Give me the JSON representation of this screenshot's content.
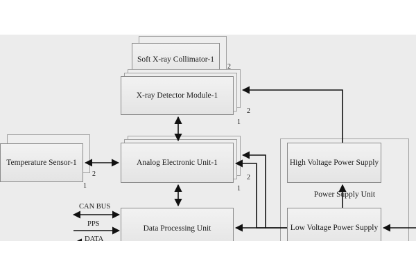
{
  "blocks": {
    "collimator": "Soft X-ray Collimator-1",
    "detector": "X-ray Detector Module-1",
    "temperature": "Temperature Sensor-1",
    "analog": "Analog Electronic Unit-1",
    "hv": "High Voltage Power Supply",
    "psu": "Power Supply Unit",
    "dpu": "Data Processing Unit",
    "lv": "Low Voltage Power Supply"
  },
  "numbers": {
    "two": "2",
    "one": "1"
  },
  "signals": {
    "can": "CAN BUS",
    "pps": "PPS",
    "data": "DATA"
  },
  "colors": {
    "line": "#111111",
    "box_border": "#8a8a8a",
    "box_fill": "#ebebeb",
    "background": "#ececec"
  }
}
